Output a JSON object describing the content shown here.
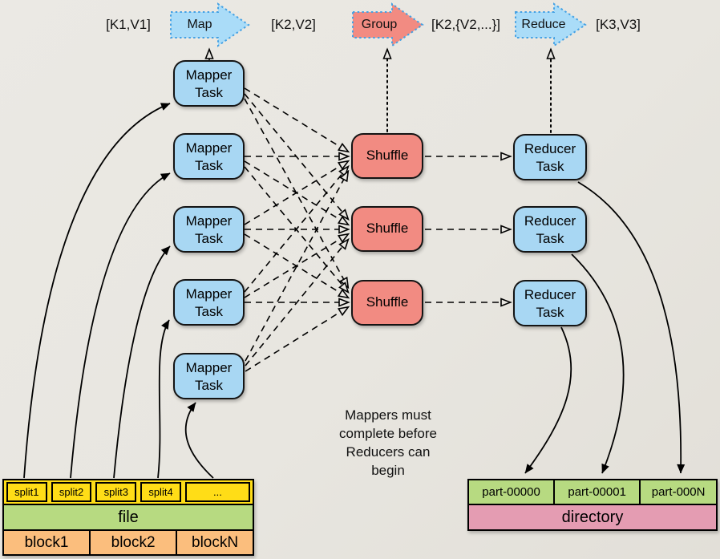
{
  "title_flow": {
    "k1v1": "[K1,V1]",
    "map_label": "Map",
    "k2v2": "[K2,V2]",
    "group_label": "Group",
    "k2v2_list": "[K2,{V2,...}]",
    "reduce_label": "Reduce",
    "k3v3": "[K3,V3]"
  },
  "mappers": [
    {
      "line1": "Mapper",
      "line2": "Task"
    },
    {
      "line1": "Mapper",
      "line2": "Task"
    },
    {
      "line1": "Mapper",
      "line2": "Task"
    },
    {
      "line1": "Mapper",
      "line2": "Task"
    },
    {
      "line1": "Mapper",
      "line2": "Task"
    }
  ],
  "shuffles": [
    {
      "label": "Shuffle"
    },
    {
      "label": "Shuffle"
    },
    {
      "label": "Shuffle"
    }
  ],
  "reducers": [
    {
      "line1": "Reducer",
      "line2": "Task"
    },
    {
      "line1": "Reducer",
      "line2": "Task"
    },
    {
      "line1": "Reducer",
      "line2": "Task"
    }
  ],
  "note_lines": [
    "Mappers must",
    "complete before",
    "Reducers can",
    "begin"
  ],
  "input_table": {
    "splits": [
      "split1",
      "split2",
      "split3",
      "split4",
      "..."
    ],
    "file_label": "file",
    "blocks": [
      "block1",
      "block2",
      "blockN"
    ]
  },
  "output_table": {
    "parts": [
      "part-00000",
      "part-00001",
      "part-000N"
    ],
    "directory_label": "directory"
  },
  "colors": {
    "task_blue": "#a8d7f3",
    "shuffle_red": "#f28b82",
    "phase_arrow_blue_fill": "#aadcf8",
    "phase_arrow_red_fill": "#f28b82",
    "phase_arrow_dotted_border": "#45a1e3",
    "split_yellow": "#ffdd17",
    "file_green": "#b7da81",
    "block_orange": "#fbbe7d",
    "part_green": "#b7da81",
    "directory_pink": "#e49cb2",
    "background": "#e9e7e2"
  }
}
